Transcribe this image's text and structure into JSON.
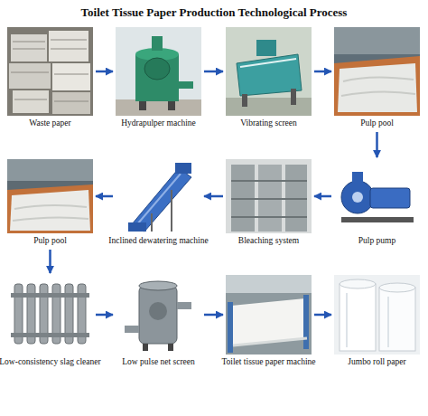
{
  "diagram": {
    "title": "Toilet Tissue Paper Production Technological Process",
    "nodes": [
      {
        "text": [
          "Waste paper"
        ]
      },
      {
        "text": [
          "Hydrapulper machine"
        ]
      },
      {
        "text": [
          "Vibrating screen"
        ]
      },
      {
        "text": [
          "Pulp pool"
        ]
      },
      {
        "text": [
          "Pulp pool"
        ]
      },
      {
        "text": [
          "Inclined dewatering machine"
        ]
      },
      {
        "text": [
          "Bleaching system"
        ]
      },
      {
        "text": [
          "Pulp pump"
        ]
      },
      {
        "text": [
          "Low-consistency slag cleaner"
        ]
      },
      {
        "text": [
          "Low pulse net screen"
        ]
      },
      {
        "text": [
          "Toilet tissue paper machine"
        ]
      },
      {
        "text": [
          "Jumbo roll paper"
        ]
      }
    ],
    "edges": [
      {
        "from": 0,
        "to": 1,
        "arrow": "to"
      },
      {
        "from": 1,
        "to": 2,
        "arrow": "to"
      },
      {
        "from": 2,
        "to": 3,
        "arrow": "to"
      },
      {
        "from": 3,
        "to": 7,
        "arrow": "to"
      },
      {
        "from": 7,
        "to": 6,
        "arrow": "to"
      },
      {
        "from": 6,
        "to": 5,
        "arrow": "to"
      },
      {
        "from": 5,
        "to": 4,
        "arrow": "to"
      },
      {
        "from": 4,
        "to": 8,
        "arrow": "to"
      },
      {
        "from": 8,
        "to": 9,
        "arrow": "to"
      },
      {
        "from": 9,
        "to": 10,
        "arrow": "to"
      },
      {
        "from": 10,
        "to": 11,
        "arrow": "to"
      }
    ]
  }
}
